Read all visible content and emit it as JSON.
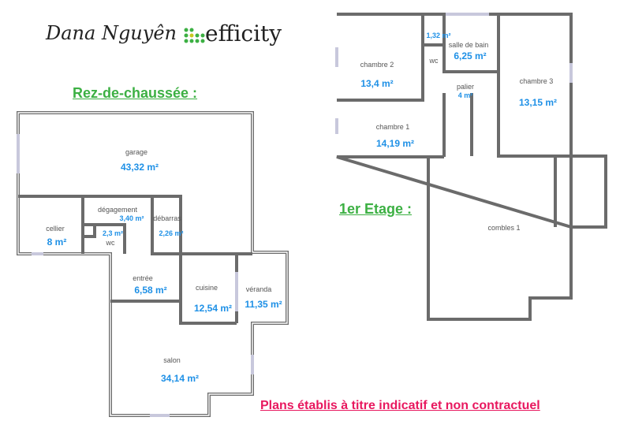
{
  "logo": {
    "agent_name": "Dana Nguyên",
    "brand": "efficity",
    "brand_color": "#3cb043"
  },
  "ground_floor": {
    "title": "Rez-de-chaussée :",
    "rooms": [
      {
        "name": "garage",
        "area": "43,32 m²"
      },
      {
        "name": "dégagement",
        "area": "3,40 m²"
      },
      {
        "name": "débarras",
        "area": "2,26 m²"
      },
      {
        "name": "cellier",
        "area": "8 m²"
      },
      {
        "name": "wc",
        "area": "2,3 m²"
      },
      {
        "name": "entrée",
        "area": "6,58 m²"
      },
      {
        "name": "cuisine",
        "area": "12,54 m²"
      },
      {
        "name": "véranda",
        "area": "11,35 m²"
      },
      {
        "name": "salon",
        "area": "34,14 m²"
      }
    ]
  },
  "first_floor": {
    "title": "1er Etage :",
    "rooms": [
      {
        "name": "chambre 2",
        "area": "13,4 m²"
      },
      {
        "name": "wc",
        "area": "1,32 m²"
      },
      {
        "name": "salle de bain",
        "area": "6,25 m²"
      },
      {
        "name": "palier",
        "area": "4 m²"
      },
      {
        "name": "chambre 3",
        "area": "13,15 m²"
      },
      {
        "name": "chambre 1",
        "area": "14,19 m²"
      },
      {
        "name": "combles 1",
        "area": ""
      }
    ]
  },
  "disclaimer": "Plans établis à titre indicatif et non contractuel",
  "colors": {
    "area_text": "#1e90e6",
    "heading": "#3cb043",
    "disclaimer": "#e8185f",
    "walls": "#6b6b6b"
  }
}
